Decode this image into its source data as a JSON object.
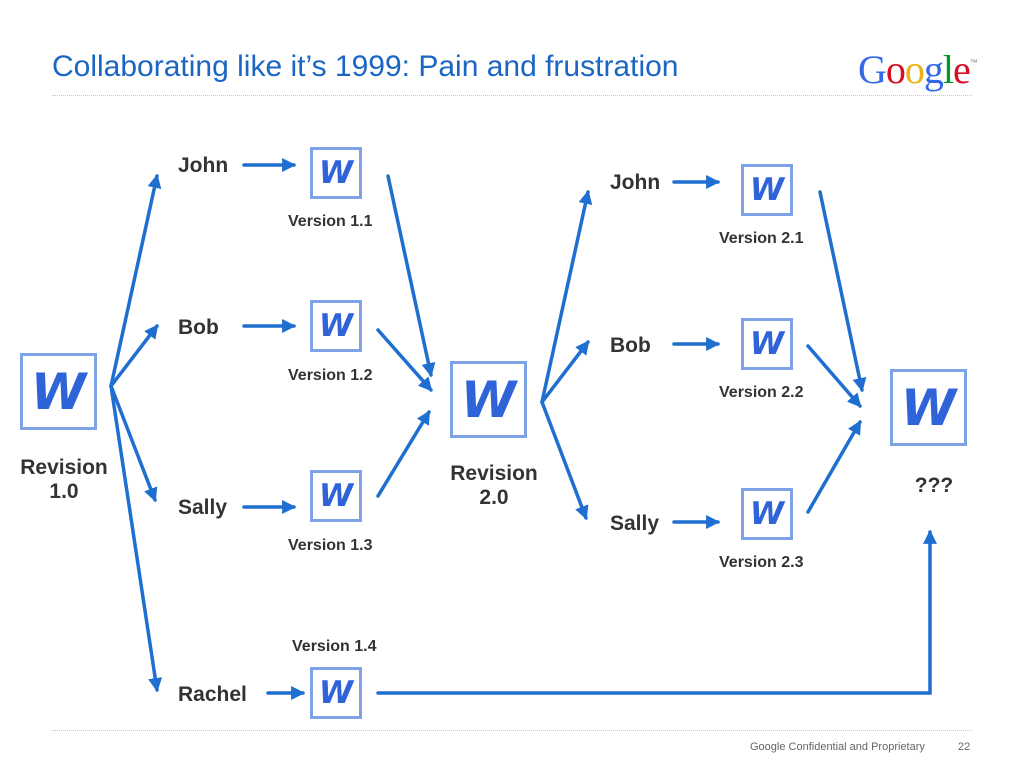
{
  "slide": {
    "title": "Collaborating like it’s 1999: Pain and frustration",
    "logo": {
      "letters": [
        "G",
        "o",
        "o",
        "g",
        "l",
        "e"
      ],
      "tm": "™",
      "colors": [
        "#3369e8",
        "#d50f25",
        "#eeb211",
        "#3369e8",
        "#009925",
        "#d50f25"
      ]
    },
    "footer": {
      "confidential": "Google Confidential and Proprietary",
      "page": "22"
    },
    "colors": {
      "accent": "#1a66c2",
      "arrow": "#1f6fd0",
      "doc_border": "#7da2e6",
      "doc_glyph": "#2f63d8"
    }
  },
  "diagram": {
    "doc_glyph": "W",
    "rev1": {
      "label_line1": "Revision",
      "label_line2": "1.0"
    },
    "rev2": {
      "label_line1": "Revision",
      "label_line2": "2.0"
    },
    "final": {
      "label": "???"
    },
    "round1": [
      {
        "name": "John",
        "version": "Version 1.1"
      },
      {
        "name": "Bob",
        "version": "Version 1.2"
      },
      {
        "name": "Sally",
        "version": "Version 1.3"
      },
      {
        "name": "Rachel",
        "version": "Version 1.4"
      }
    ],
    "round2": [
      {
        "name": "John",
        "version": "Version 2.1"
      },
      {
        "name": "Bob",
        "version": "Version 2.2"
      },
      {
        "name": "Sally",
        "version": "Version 2.3"
      }
    ]
  }
}
